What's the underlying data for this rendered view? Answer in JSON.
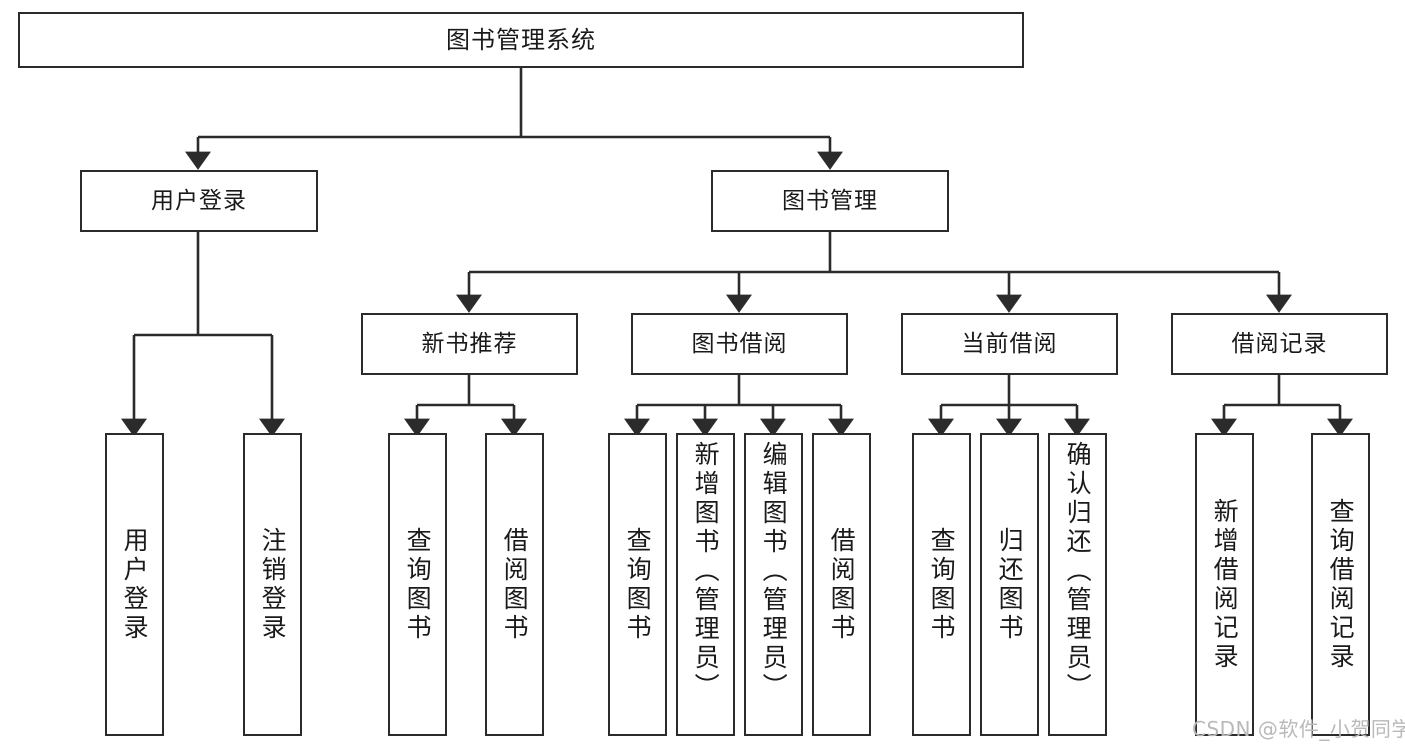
{
  "diagram": {
    "type": "tree-hierarchy-chart",
    "title": "图书管理系统",
    "orientation": "top-down",
    "line_color": "#2b2b2b",
    "box_fill": "#ffffff",
    "root": {
      "label": "图书管理系统"
    },
    "level2": [
      {
        "label": "用户登录"
      },
      {
        "label": "图书管理"
      }
    ],
    "level3": [
      {
        "label": "新书推荐"
      },
      {
        "label": "图书借阅"
      },
      {
        "label": "当前借阅"
      },
      {
        "label": "借阅记录"
      }
    ],
    "leaves": {
      "user_login": [
        {
          "label": "用户登录",
          "align": "center"
        },
        {
          "label": "注销登录",
          "align": "center"
        }
      ],
      "new_book_recommend": [
        {
          "label": "查询图书",
          "align": "center"
        },
        {
          "label": "借阅图书",
          "align": "center"
        }
      ],
      "book_borrow": [
        {
          "label": "查询图书",
          "align": "center"
        },
        {
          "label": "新增图书（管理员）",
          "align": "top"
        },
        {
          "label": "编辑图书（管理员）",
          "align": "top"
        },
        {
          "label": "借阅图书",
          "align": "center"
        }
      ],
      "current_borrow": [
        {
          "label": "查询图书",
          "align": "center"
        },
        {
          "label": "归还图书",
          "align": "center"
        },
        {
          "label": "确认归还（管理员）",
          "align": "top"
        }
      ],
      "borrow_record": [
        {
          "label": "新增借阅记录",
          "align": "center"
        },
        {
          "label": "查询借阅记录",
          "align": "center"
        }
      ]
    }
  },
  "watermark": {
    "text": "CSDN @软件_小贺同学",
    "color": "#b9b9b9"
  }
}
